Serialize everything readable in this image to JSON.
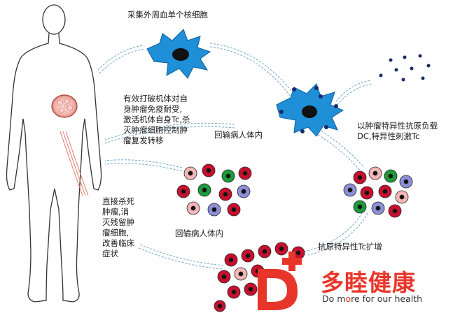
{
  "labels": {
    "collect": "采集外周血单个核细胞",
    "effect": "有效打破机体对自\n身肿瘤免疫耐受,\n激活机体自身Tc,杀\n灭肿瘤细胞控制肿\n瘤复发转移",
    "reinfuse_top": "回输病人体内",
    "load_dc": "以肿瘤特异性抗原负载\nDC,特异性刺激Tc",
    "direct_kill": "直接杀死\n肿瘤,消\n灭残留肿\n瘤细胞,\n改善临床\n症状",
    "reinfuse_bottom": "回输病人体内",
    "expand": "抗原特异性Tc扩增"
  },
  "brand": {
    "name": "多睦健康",
    "slogan_pre": "Do m",
    "slogan_accent": "o",
    "slogan_post": "re for our health",
    "color": "#e8352a"
  },
  "colors": {
    "dc_blue": "#1f8fd8",
    "cell_red": "#c8102e",
    "cell_green": "#1e9a3a",
    "cell_pink": "#f4b6b6",
    "cell_lavender": "#8c8ed6",
    "antigen": "#1a2a6c"
  }
}
